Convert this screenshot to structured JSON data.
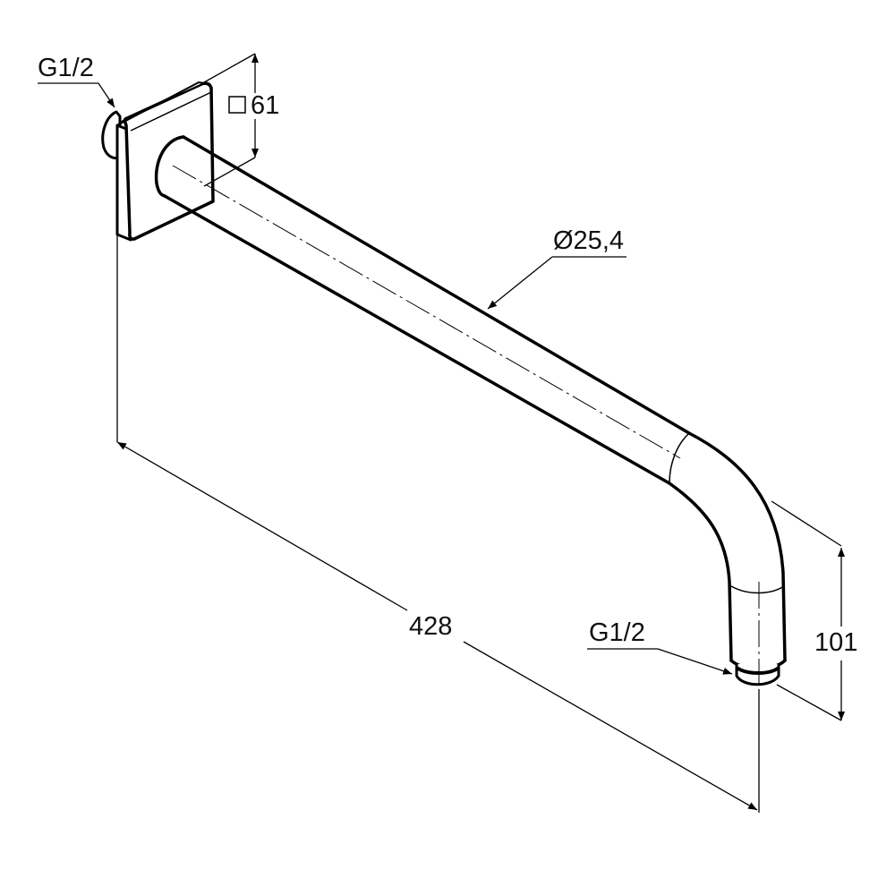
{
  "drawing": {
    "subject": "Wall-mounted shower arm with square wall flange",
    "line_color": "#000000",
    "background": "#ffffff"
  },
  "labels": {
    "thread_inlet": "G1/2",
    "flange_size": "61",
    "flange_size_symbol": "square",
    "pipe_diameter": "Ø25,4",
    "projection_length": "428",
    "thread_outlet": "G1/2",
    "drop_height": "101"
  }
}
